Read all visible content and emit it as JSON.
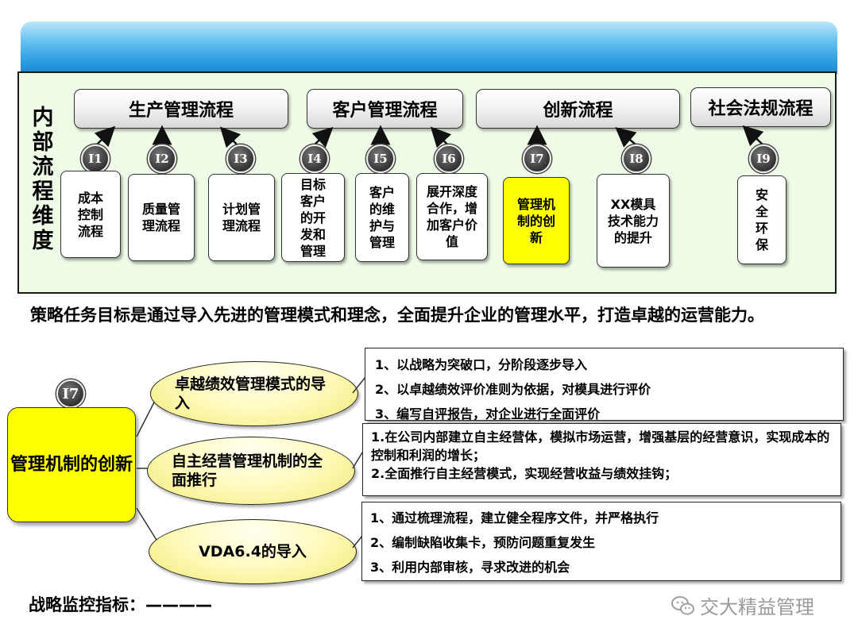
{
  "dimension_label": "内部流程维度",
  "process_headers": [
    "生产管理流程",
    "客户管理流程",
    "创新流程",
    "社会法规流程"
  ],
  "indicators": [
    {
      "code": "I1",
      "label": "成本控制流程",
      "highlight": false
    },
    {
      "code": "I2",
      "label": "质量管理流程",
      "highlight": false
    },
    {
      "code": "I3",
      "label": "计划管理流程",
      "highlight": false
    },
    {
      "code": "I4",
      "label": "目标客户的开发和管理",
      "highlight": false
    },
    {
      "code": "I5",
      "label": "客户的维护与管理",
      "highlight": false
    },
    {
      "code": "I6",
      "label": "展开深度合作，增加客户价值",
      "highlight": false
    },
    {
      "code": "I7",
      "label": "管理机制的创新",
      "highlight": true
    },
    {
      "code": "I8",
      "label": "XX模具技术能力的提升",
      "highlight": false
    },
    {
      "code": "I9",
      "label": "安全环保",
      "highlight": false
    }
  ],
  "task_statement": "策略任务目标是通过导入先进的管理模式和理念，全面提升企业的管理水平，打造卓越的运营能力。",
  "focus": {
    "code": "I7",
    "label": "管理机制的创新"
  },
  "initiatives": [
    {
      "title": "卓越绩效管理模式的导入",
      "details": [
        "1、以战略为突破口，分阶段逐步导入",
        "2、以卓越绩效评价准则为依据，对模具进行评价",
        "3、编写自评报告，对企业进行全面评价"
      ]
    },
    {
      "title": "自主经营管理机制的全面推行",
      "details": [
        "1.在公司内部建立自主经营体，模拟市场运营，增强基层的经营意识，实现成本的控制和利润的增长；",
        "2.全面推行自主经营模式，实现经营收益与绩效挂钩；"
      ]
    },
    {
      "title": "VDA6.4的导入",
      "details": [
        "1、通过梳理流程，建立健全程序文件，并严格执行",
        "2、编制缺陷收集卡，预防问题重复发生",
        "3、利用内部审核，寻求改进的机会"
      ]
    }
  ],
  "monitor_label": "战略监控指标：————",
  "watermark": "交大精益管理",
  "colors": {
    "highlight": "#ffff00",
    "panel_bg": "#eefbe6",
    "banner": "#2e9de0"
  }
}
